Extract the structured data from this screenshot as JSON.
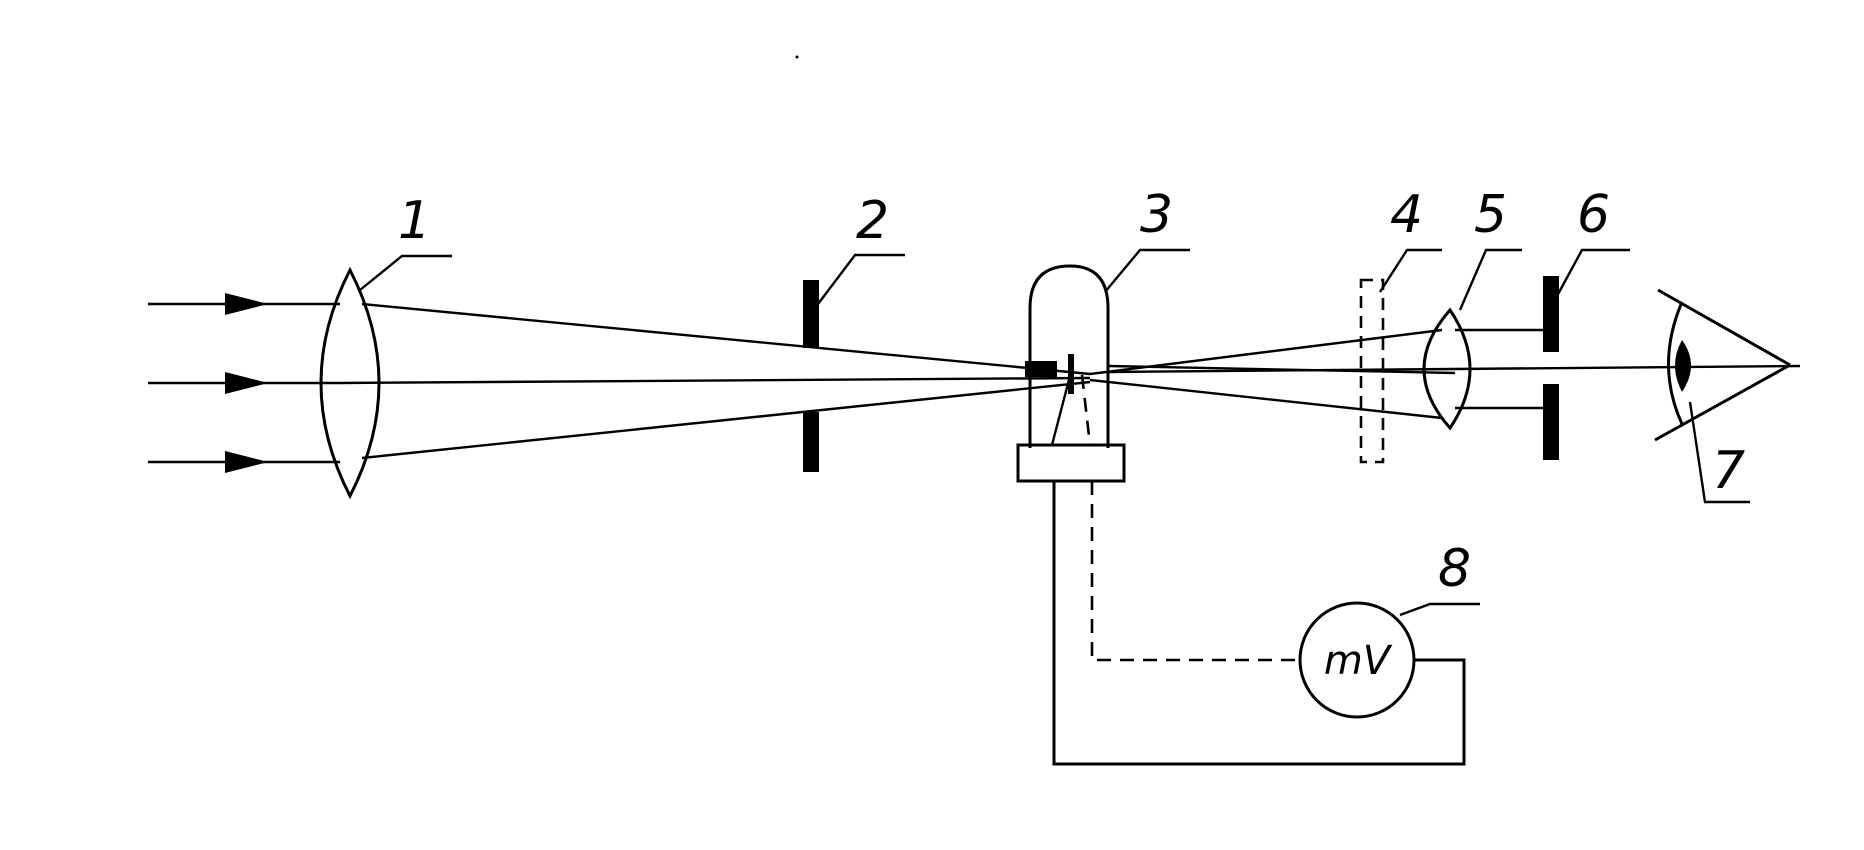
{
  "labels": {
    "l1": "1",
    "l2": "2",
    "l3": "3",
    "l4": "4",
    "l5": "5",
    "l6": "6",
    "l7": "7",
    "l8": "8"
  },
  "meter": "mV"
}
